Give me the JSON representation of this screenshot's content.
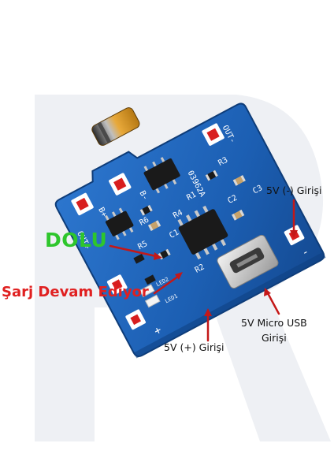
{
  "labels": {
    "dolu": "DOLU",
    "sarj_devam": "Şarj Devam Ediyor",
    "input_negative": "5V (-) Girişi",
    "input_positive": "5V (+) Girişi",
    "micro_usb_line1": "5V Micro USB",
    "micro_usb_line2": "Girişi"
  },
  "board_silkscreen": {
    "chip_code": "03962A",
    "out_plus": "OUT+",
    "out_minus": "OUT-",
    "b_plus": "B+",
    "b_minus": "B-",
    "r1": "R1",
    "r2": "R2",
    "r3": "R3",
    "r4": "R4",
    "r5": "R5",
    "r6": "R6",
    "c1": "C1",
    "c2": "C2",
    "c3": "C3",
    "led1": "LED1",
    "led2": "LED2",
    "plus": "+",
    "minus": "-"
  },
  "colors": {
    "board_blue": "#1c5fb3",
    "dolu_green": "#2ec62c",
    "sarj_red": "#e02020",
    "pad_red": "#d81e1e",
    "arrow_red": "#c41818"
  }
}
